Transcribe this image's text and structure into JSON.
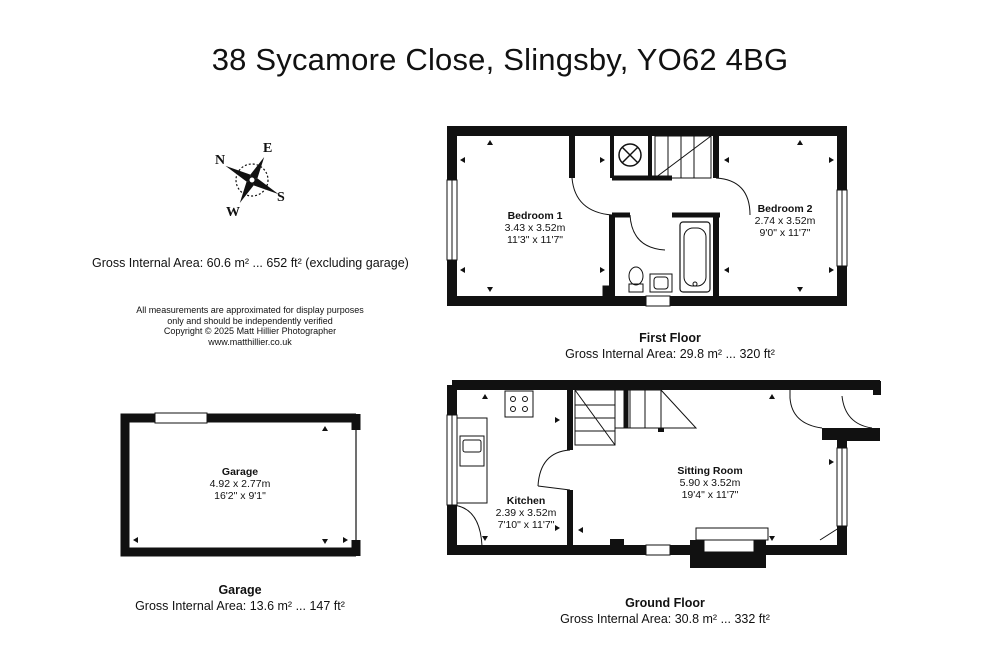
{
  "title": "38 Sycamore Close, Slingsby, YO62 4BG",
  "gross_internal_total": "Gross Internal Area: 60.6 m² ... 652 ft² (excluding garage)",
  "disclaimer": [
    "All measurements are approximated for display purposes",
    "only and should be independently verified",
    "Copyright © 2025 Matt Hillier Photographer",
    "www.matthillier.co.uk"
  ],
  "compass": {
    "n": "N",
    "e": "E",
    "s": "S",
    "w": "W"
  },
  "floors": {
    "first": {
      "name": "First Floor",
      "area": "Gross Internal Area: 29.8 m² ... 320 ft²",
      "rooms": [
        {
          "name": "Bedroom 1",
          "metric": "3.43 x 3.52m",
          "imperial": "11'3\" x 11'7\""
        },
        {
          "name": "Bedroom 2",
          "metric": "2.74 x 3.52m",
          "imperial": "9'0\" x 11'7\""
        }
      ]
    },
    "ground": {
      "name": "Ground Floor",
      "area": "Gross Internal Area: 30.8 m² ... 332 ft²",
      "rooms": [
        {
          "name": "Kitchen",
          "metric": "2.39 x 3.52m",
          "imperial": "7'10\" x 11'7\""
        },
        {
          "name": "Sitting Room",
          "metric": "5.90 x 3.52m",
          "imperial": "19'4\" x 11'7\""
        }
      ]
    },
    "garage": {
      "name": "Garage",
      "area": "Gross Internal Area: 13.6 m² ... 147 ft²",
      "rooms": [
        {
          "name": "Garage",
          "metric": "4.92 x 2.77m",
          "imperial": "16'2\" x 9'1\""
        }
      ]
    }
  }
}
